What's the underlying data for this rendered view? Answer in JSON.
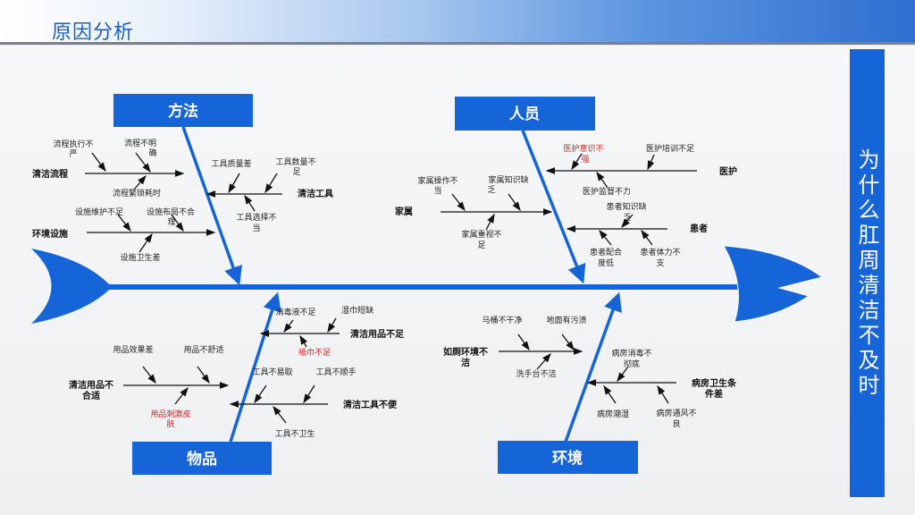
{
  "header": {
    "title": "原因分析"
  },
  "question": "为什么肛周清洁不及时",
  "colors": {
    "accent": "#1565d8",
    "highlight": "#e02020"
  },
  "categories": {
    "method": {
      "label": "方法",
      "branches": [
        {
          "label": "清洁流程",
          "causes": [
            "流程执行不",
            "严",
            "流程不明",
            "确",
            "流程繁琐耗时"
          ]
        },
        {
          "label": "环境设施",
          "causes": [
            "设施维护不足",
            "设施布局不合",
            "理",
            "设施卫生差"
          ]
        },
        {
          "label": "清洁工具",
          "causes": [
            "工具质量差",
            "工具数量不",
            "足",
            "工具选择不",
            "当"
          ]
        }
      ]
    },
    "people": {
      "label": "人员",
      "branches": [
        {
          "label": "医护",
          "causes": [
            "医护意识不",
            "强",
            "医护培训不足",
            "医护监督不力"
          ]
        },
        {
          "label": "家属",
          "causes": [
            "家属操作不",
            "当",
            "家属知识缺",
            "乏",
            "家属重视不",
            "足"
          ]
        },
        {
          "label": "患者",
          "causes": [
            "患者知识缺",
            "乏",
            "患者配合",
            "度低",
            "患者体力不",
            "支"
          ]
        }
      ]
    },
    "items": {
      "label": "物品",
      "branches": [
        {
          "label": "清洁用品不足",
          "causes": [
            "消毒液不足",
            "湿巾短缺",
            "纸巾不足"
          ]
        },
        {
          "label": "清洁用品不",
          "label2": "合适",
          "causes": [
            "用品效果差",
            "用品不舒适",
            "用品刺激皮",
            "肤"
          ]
        },
        {
          "label": "清洁工具不便",
          "causes": [
            "工具不易取",
            "工具不顺手",
            "工具不卫生"
          ]
        }
      ]
    },
    "environment": {
      "label": "环境",
      "branches": [
        {
          "label": "如厕环境不",
          "label2": "洁",
          "causes": [
            "马桶不干净",
            "地面有污渍",
            "洗手台不洁"
          ]
        },
        {
          "label": "病房卫生条",
          "label2": "件差",
          "causes": [
            "病房消毒不",
            "彻底",
            "病房潮湿",
            "病房通风不",
            "良"
          ]
        }
      ]
    }
  }
}
